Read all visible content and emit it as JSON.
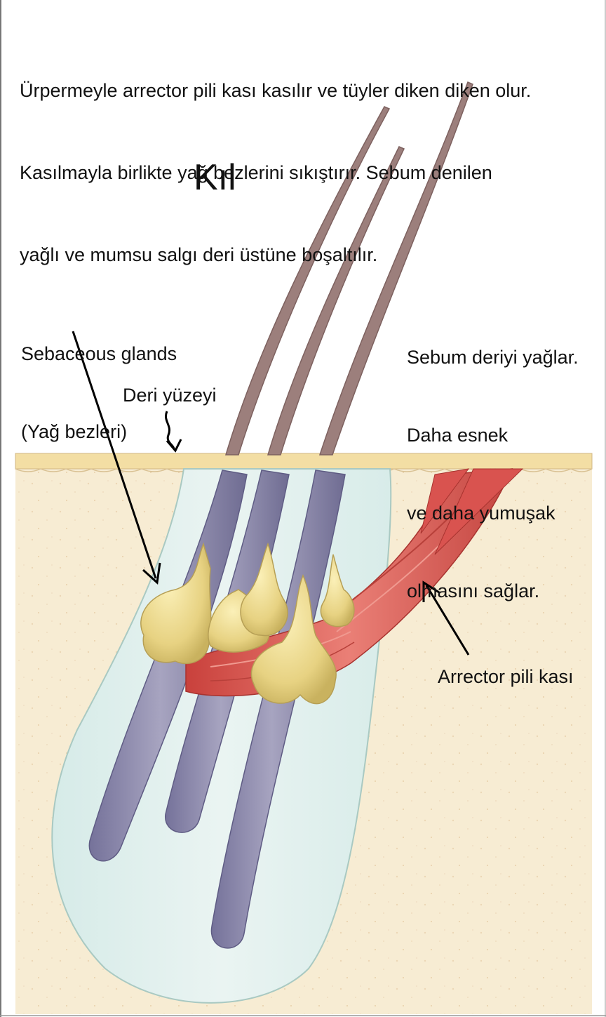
{
  "intro_lines": [
    "Ürpermeyle arrector pili kası kasılır ve tüyler diken diken olur.",
    "Kasılmayla birlikte yağ bezlerini sıkıştırır. Sebum denilen",
    "yağlı ve mumsu salgı deri üstüne boşaltılır."
  ],
  "title": "Kıl",
  "labels": {
    "sebaceous_en": "Sebaceous glands",
    "sebaceous_tr": "(Yağ bezleri)",
    "skin_surface": "Deri yüzeyi",
    "sebum_lines": [
      "Sebum deriyi yağlar.",
      "Daha esnek",
      "ve daha yumuşak",
      "olmasını sağlar."
    ],
    "arrector": "Arrector pili kası"
  },
  "colors": {
    "dermis": "#f7ecd3",
    "epidermis": "#f3dea4",
    "follicle": "#e3f0ee",
    "hair_root": "#8d8aa9",
    "hair_shaft": "#9c7f7c",
    "gland": "#ecd98a",
    "muscle": "#d9534f"
  }
}
